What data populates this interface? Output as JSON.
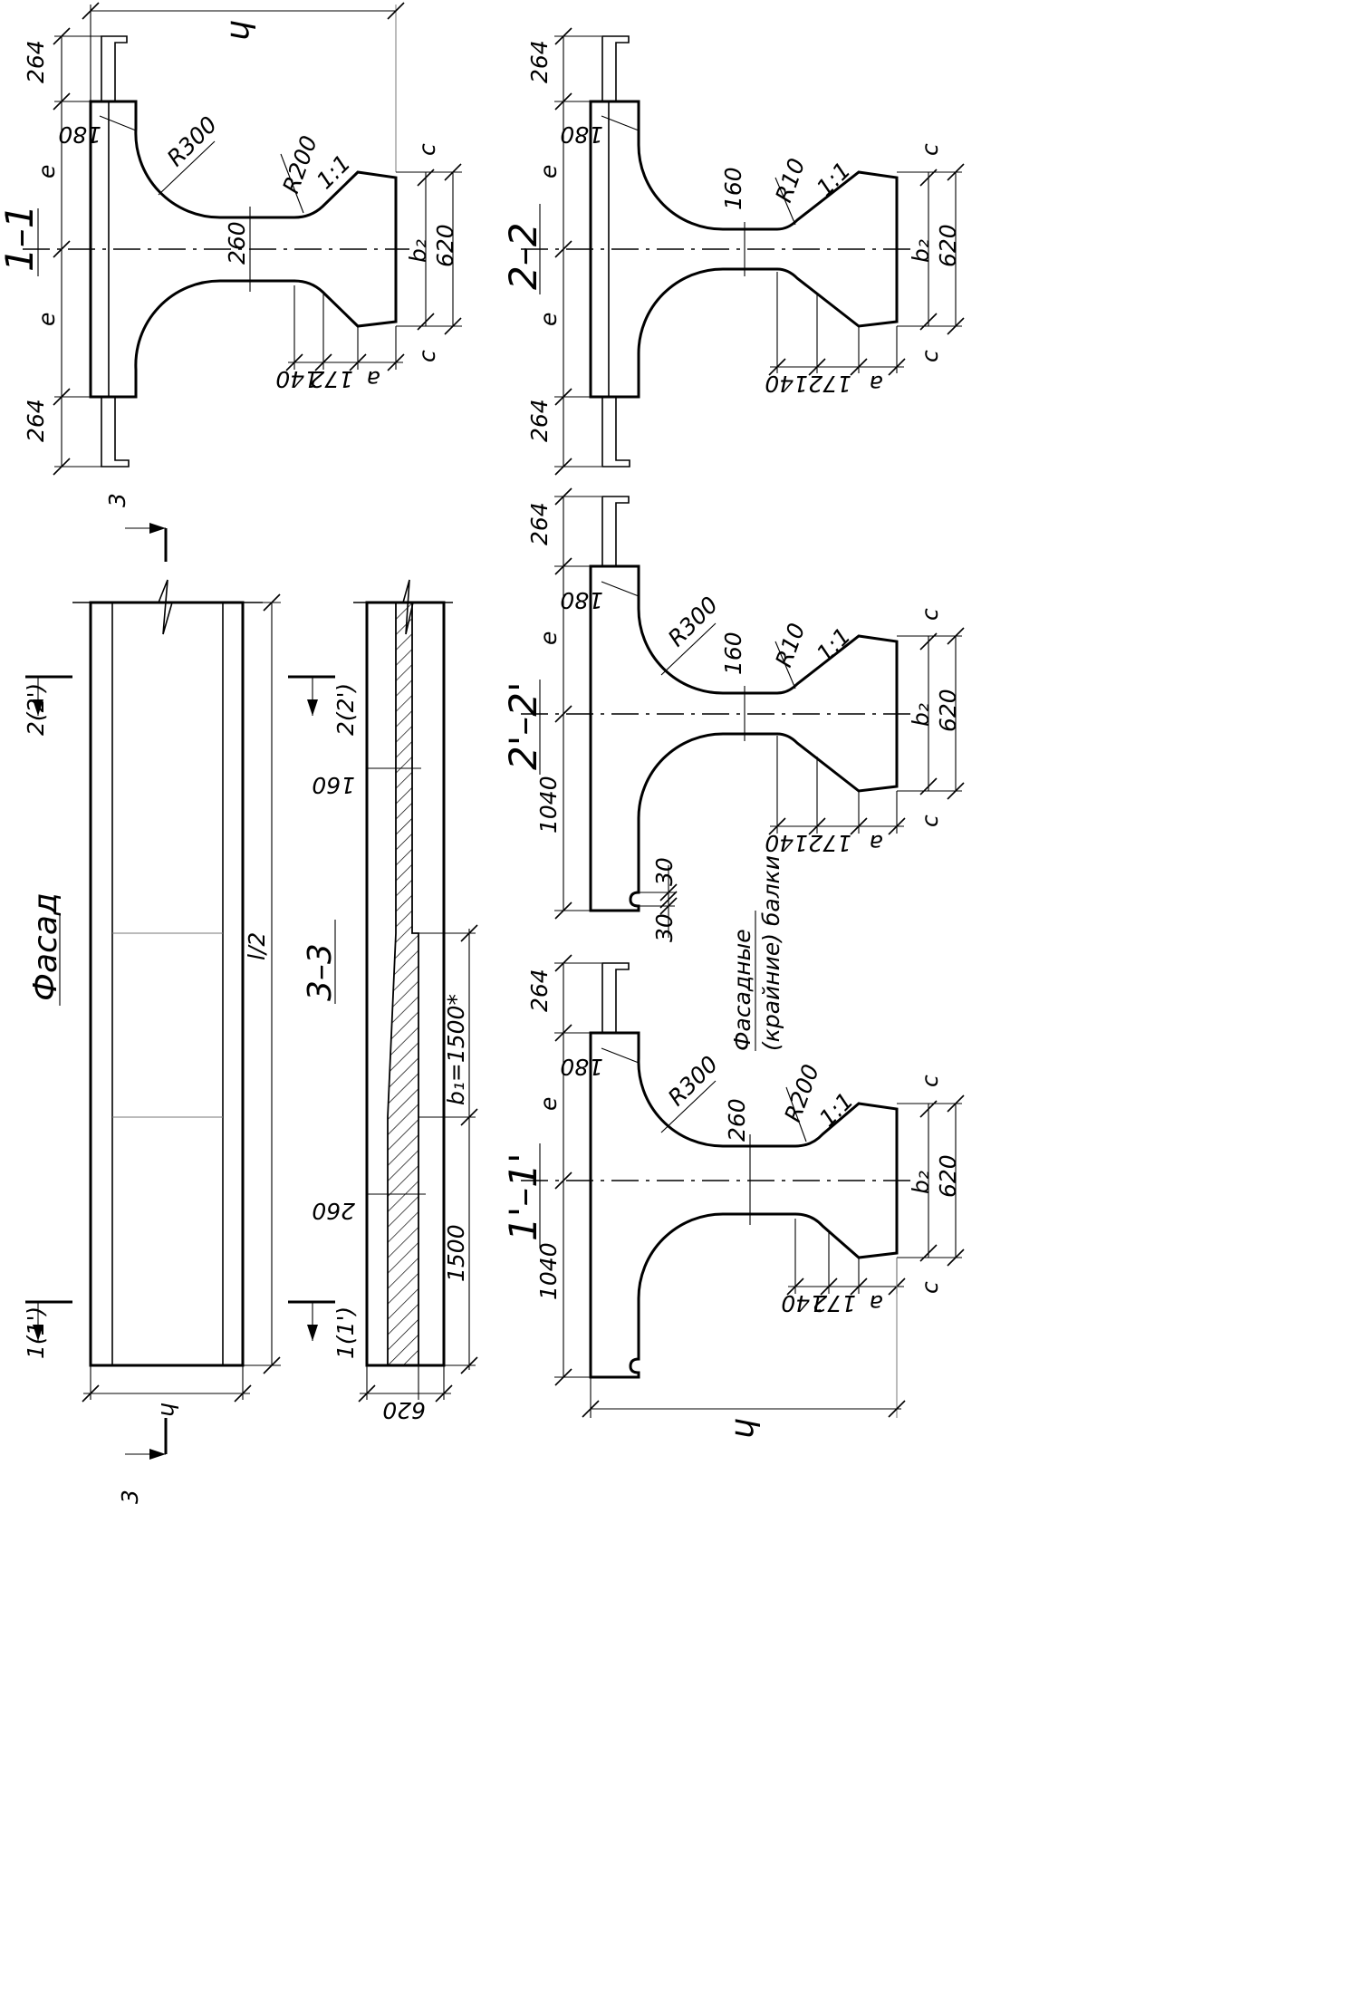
{
  "sections": {
    "s11": {
      "title": "1–1",
      "labels": {
        "top_ext": "264",
        "bot_ext": "264",
        "flange": "180",
        "radius": "R300",
        "radius2": "R200",
        "slope": "1:1",
        "web": "260",
        "e_top": "e",
        "e_bot": "e",
        "width": "h",
        "c_top": "c",
        "c_bot": "c",
        "b2": "b₂",
        "flange_w": "620",
        "d1": "140",
        "d2": "172",
        "d3": "a"
      }
    },
    "s22": {
      "title": "2–2",
      "labels": {
        "top_ext": "264",
        "bot_ext": "264",
        "flange": "180",
        "web": "160",
        "radius2": "R10",
        "slope": "1:1",
        "e_top": "e",
        "e_bot": "e",
        "c_top": "c",
        "c_bot": "c",
        "b2": "b₂",
        "flange_w": "620",
        "d1": "140",
        "d2": "172",
        "d3": "a"
      }
    },
    "s22p": {
      "title": "2'–2'",
      "labels": {
        "top_ext": "264",
        "flange": "180",
        "radius": "R300",
        "web": "160",
        "radius2": "R10",
        "slope": "1:1",
        "e_top": "e",
        "bot_len": "1040",
        "c_top": "c",
        "c_bot": "c",
        "b2": "b₂",
        "flange_w": "620",
        "d1": "140",
        "d2": "172",
        "d3": "a",
        "gap1": "30",
        "gap2": "30"
      }
    },
    "s11p": {
      "title": "1'–1'",
      "labels": {
        "top_ext": "264",
        "flange": "180",
        "radius": "R300",
        "web": "260",
        "radius2": "R200",
        "slope": "1:1",
        "e_top": "e",
        "bot_len": "1040",
        "c_top": "c",
        "c_bot": "c",
        "b2": "b₂",
        "flange_w": "620",
        "d1": "140",
        "d2": "172",
        "d3": "a",
        "width": "h"
      }
    }
  },
  "facade": {
    "title": "Фасад",
    "half_length": "l/2",
    "height": "h",
    "cut_top": "2(2')",
    "cut_bot": "1(1')",
    "cut_33_top": "3",
    "cut_33_bot": "3"
  },
  "section33": {
    "title": "3–3",
    "web_top": "160",
    "web_bot": "260",
    "b1": "b₁=1500*",
    "len": "1500",
    "width": "620",
    "cut_top": "2(2')",
    "cut_bot": "1(1')"
  },
  "note": {
    "line1": "Фасадные",
    "line2": "(крайние) балки"
  }
}
